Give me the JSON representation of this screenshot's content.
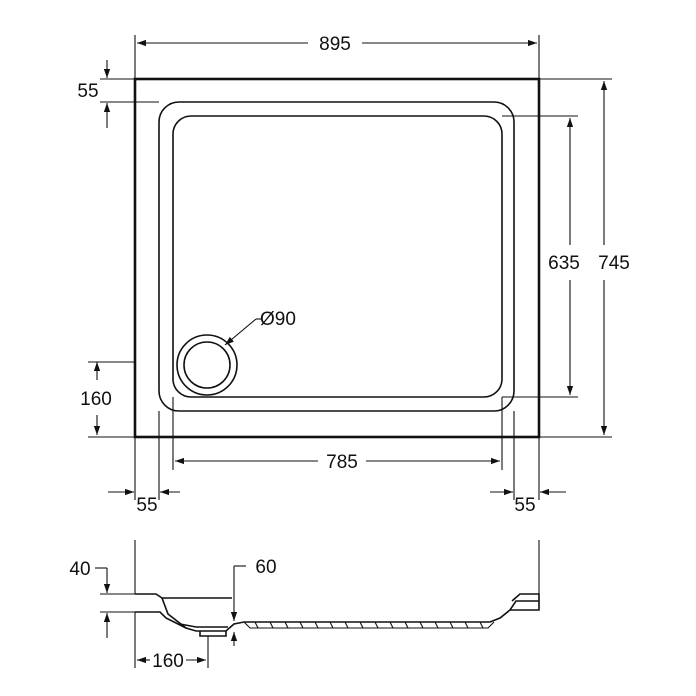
{
  "plan_view": {
    "overall_width": "895",
    "overall_depth": "745",
    "inner_depth": "635",
    "inner_width": "785",
    "rim_top": "55",
    "rim_left": "55",
    "rim_right": "55",
    "waste_offset": "160",
    "waste_diameter": "Ø90"
  },
  "section_view": {
    "rim_height": "40",
    "depth": "60",
    "waste_offset": "160"
  }
}
